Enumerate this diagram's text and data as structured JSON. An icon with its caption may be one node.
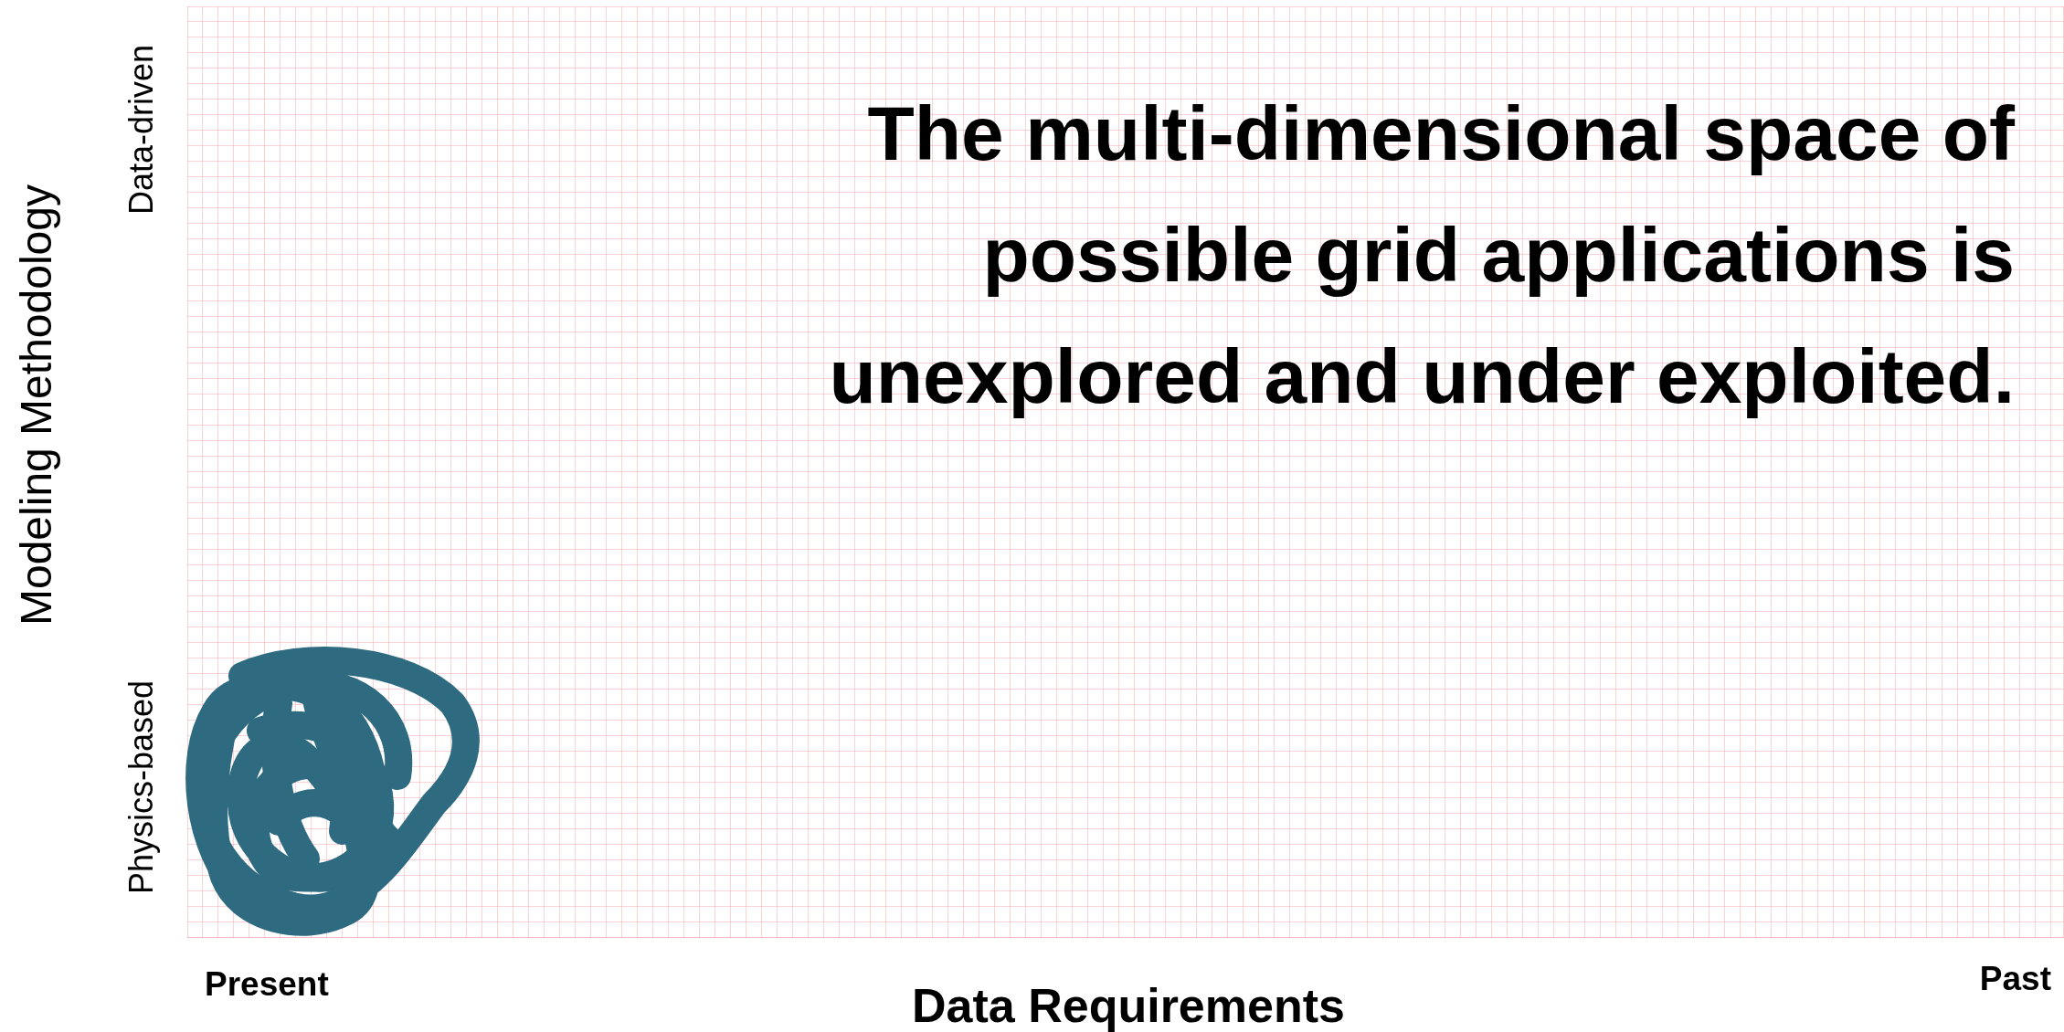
{
  "diagram": {
    "title": "The multi-dimensional space of possible grid applications is unexplored and under exploited.",
    "labels": [
      "Modeling Methodology",
      "Data-driven",
      "Physics-based",
      "Present",
      "Data Requirements",
      "Past"
    ]
  }
}
